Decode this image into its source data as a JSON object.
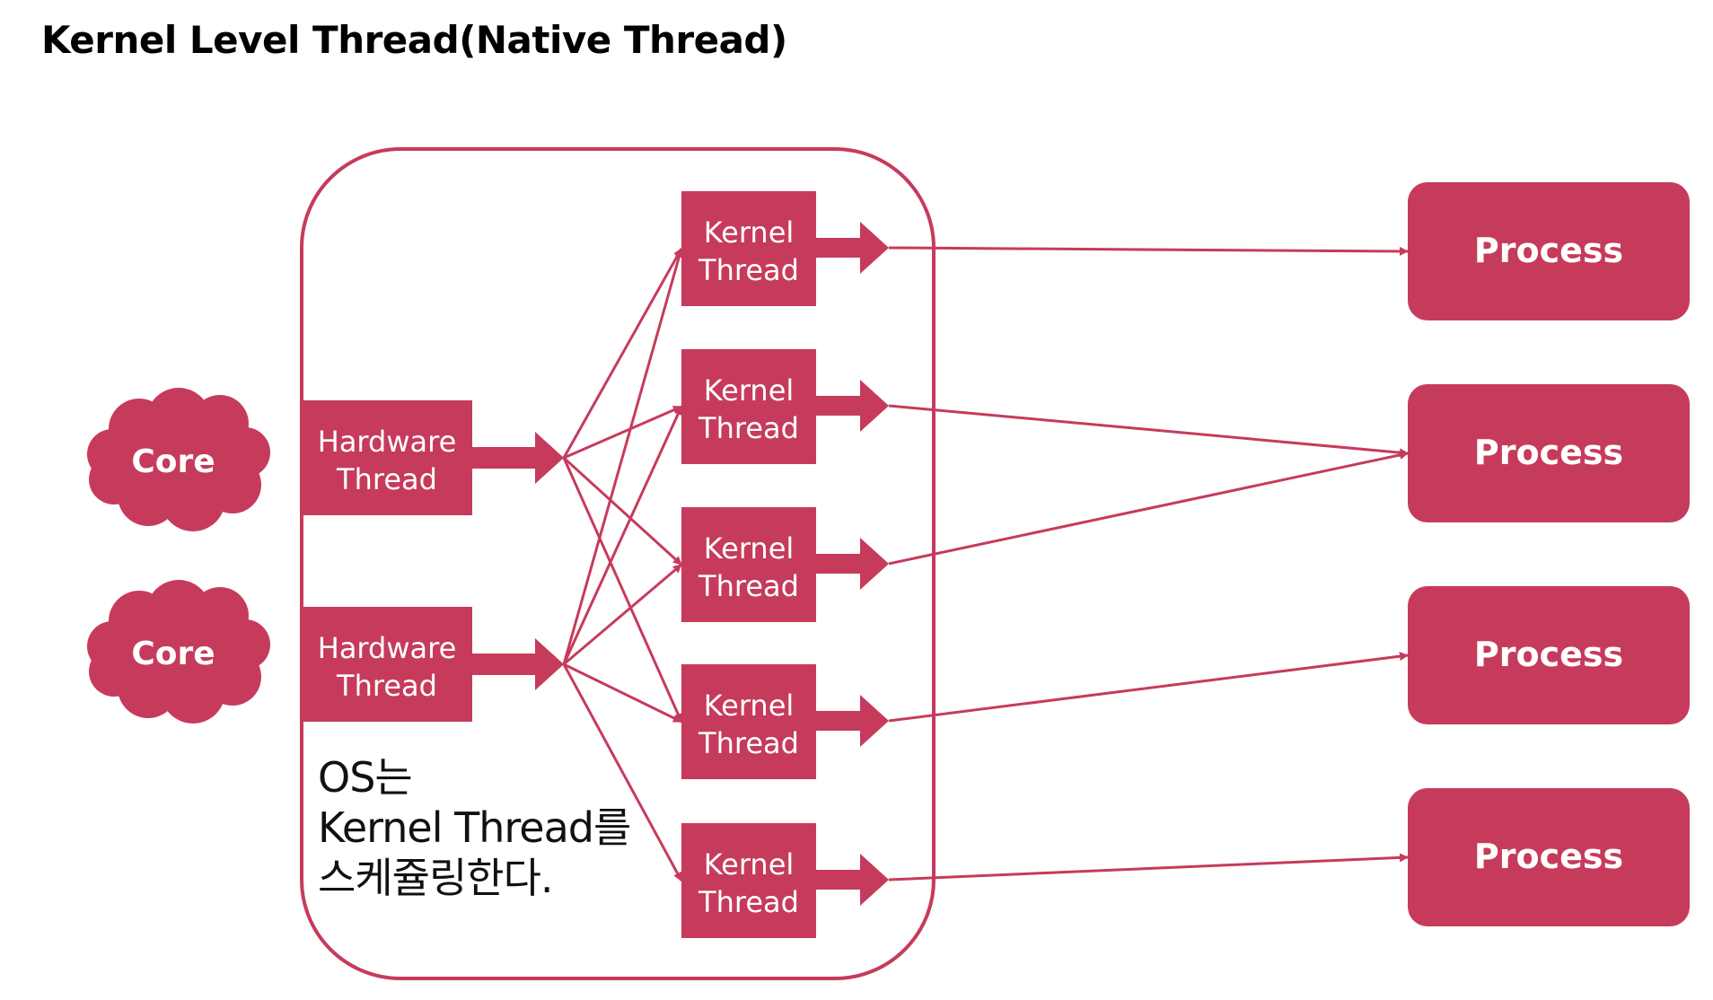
{
  "title": "Kernel Level Thread(Native Thread)",
  "colors": {
    "accent": "#c63b5b",
    "text": "#111111",
    "background": "#ffffff"
  },
  "cores": [
    {
      "label": "Core"
    },
    {
      "label": "Core"
    }
  ],
  "hardware_threads": [
    {
      "line1": "Hardware",
      "line2": "Thread"
    },
    {
      "line1": "Hardware",
      "line2": "Thread"
    }
  ],
  "kernel_threads": [
    {
      "line1": "Kernel",
      "line2": "Thread"
    },
    {
      "line1": "Kernel",
      "line2": "Thread"
    },
    {
      "line1": "Kernel",
      "line2": "Thread"
    },
    {
      "line1": "Kernel",
      "line2": "Thread"
    },
    {
      "line1": "Kernel",
      "line2": "Thread"
    }
  ],
  "processes": [
    {
      "label": "Process"
    },
    {
      "label": "Process"
    },
    {
      "label": "Process"
    },
    {
      "label": "Process"
    }
  ],
  "os_note": {
    "line1": "OS는",
    "line2": "Kernel Thread를",
    "line3": "스케쥴링한다."
  },
  "hw_to_kernel_links": [
    {
      "hw": 0,
      "kt": 0
    },
    {
      "hw": 0,
      "kt": 1
    },
    {
      "hw": 0,
      "kt": 2
    },
    {
      "hw": 0,
      "kt": 3
    },
    {
      "hw": 1,
      "kt": 0
    },
    {
      "hw": 1,
      "kt": 1
    },
    {
      "hw": 1,
      "kt": 2
    },
    {
      "hw": 1,
      "kt": 3
    },
    {
      "hw": 1,
      "kt": 4
    }
  ],
  "kernel_to_process_links": [
    {
      "kt": 0,
      "proc": 0
    },
    {
      "kt": 1,
      "proc": 1
    },
    {
      "kt": 2,
      "proc": 1
    },
    {
      "kt": 3,
      "proc": 2
    },
    {
      "kt": 4,
      "proc": 3
    }
  ]
}
